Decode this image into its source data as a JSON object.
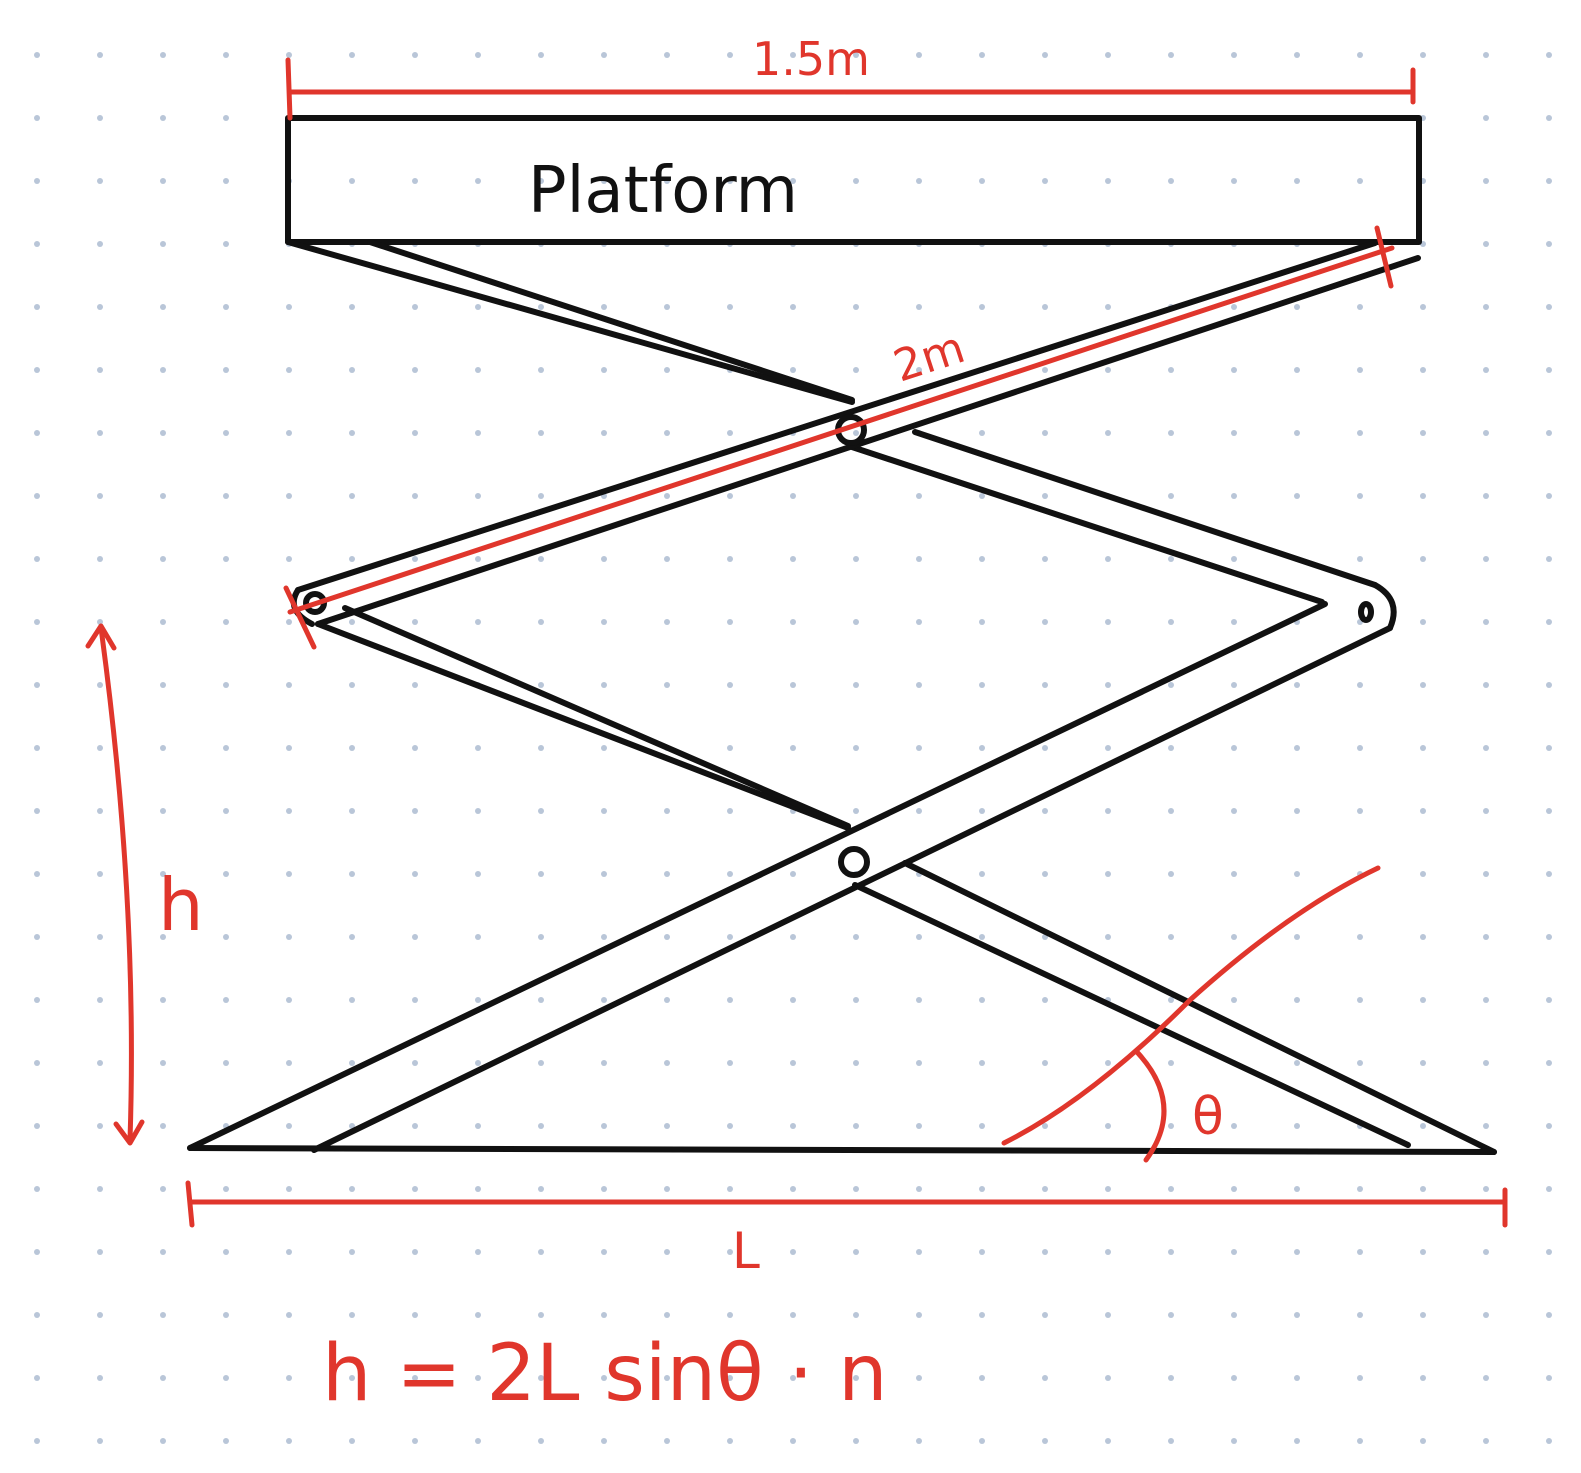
{
  "diagram": {
    "platform_label": "Platform",
    "platform_width_label": "1.5m",
    "arm_length_label": "2m",
    "height_label": "h",
    "angle_label": "θ",
    "base_length_label": "L",
    "equation": "h = 2L sinθ · n"
  },
  "colors": {
    "ink": "#111111",
    "annotation": "#e0362c",
    "grid_dot": "#b9c6d8",
    "background": "#ffffff"
  }
}
